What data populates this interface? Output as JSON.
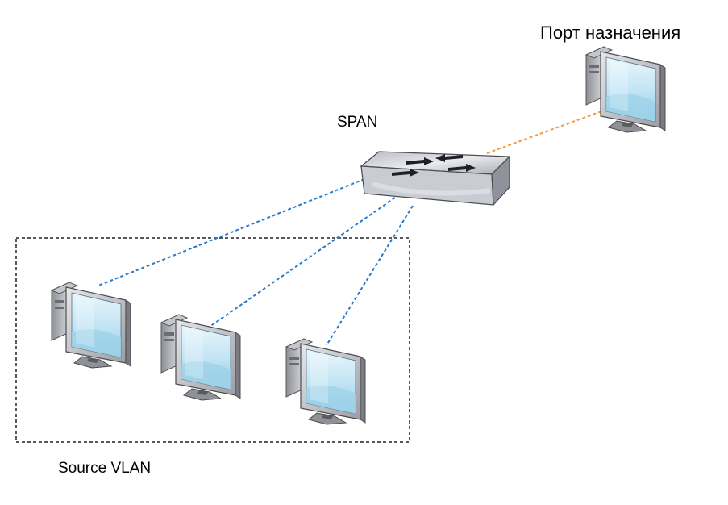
{
  "labels": {
    "destination_port": "Порт назначения",
    "switch": "SPAN",
    "source_vlan": "Source VLAN"
  },
  "colors": {
    "source_link": "#2a78c8",
    "destination_link": "#f39a3c",
    "vlan_border": "#222222",
    "screen": "#bfe3f3"
  },
  "nodes": {
    "switch": "switch-icon",
    "destination": "computer-icon",
    "sources": [
      "computer-icon",
      "computer-icon",
      "computer-icon"
    ]
  }
}
